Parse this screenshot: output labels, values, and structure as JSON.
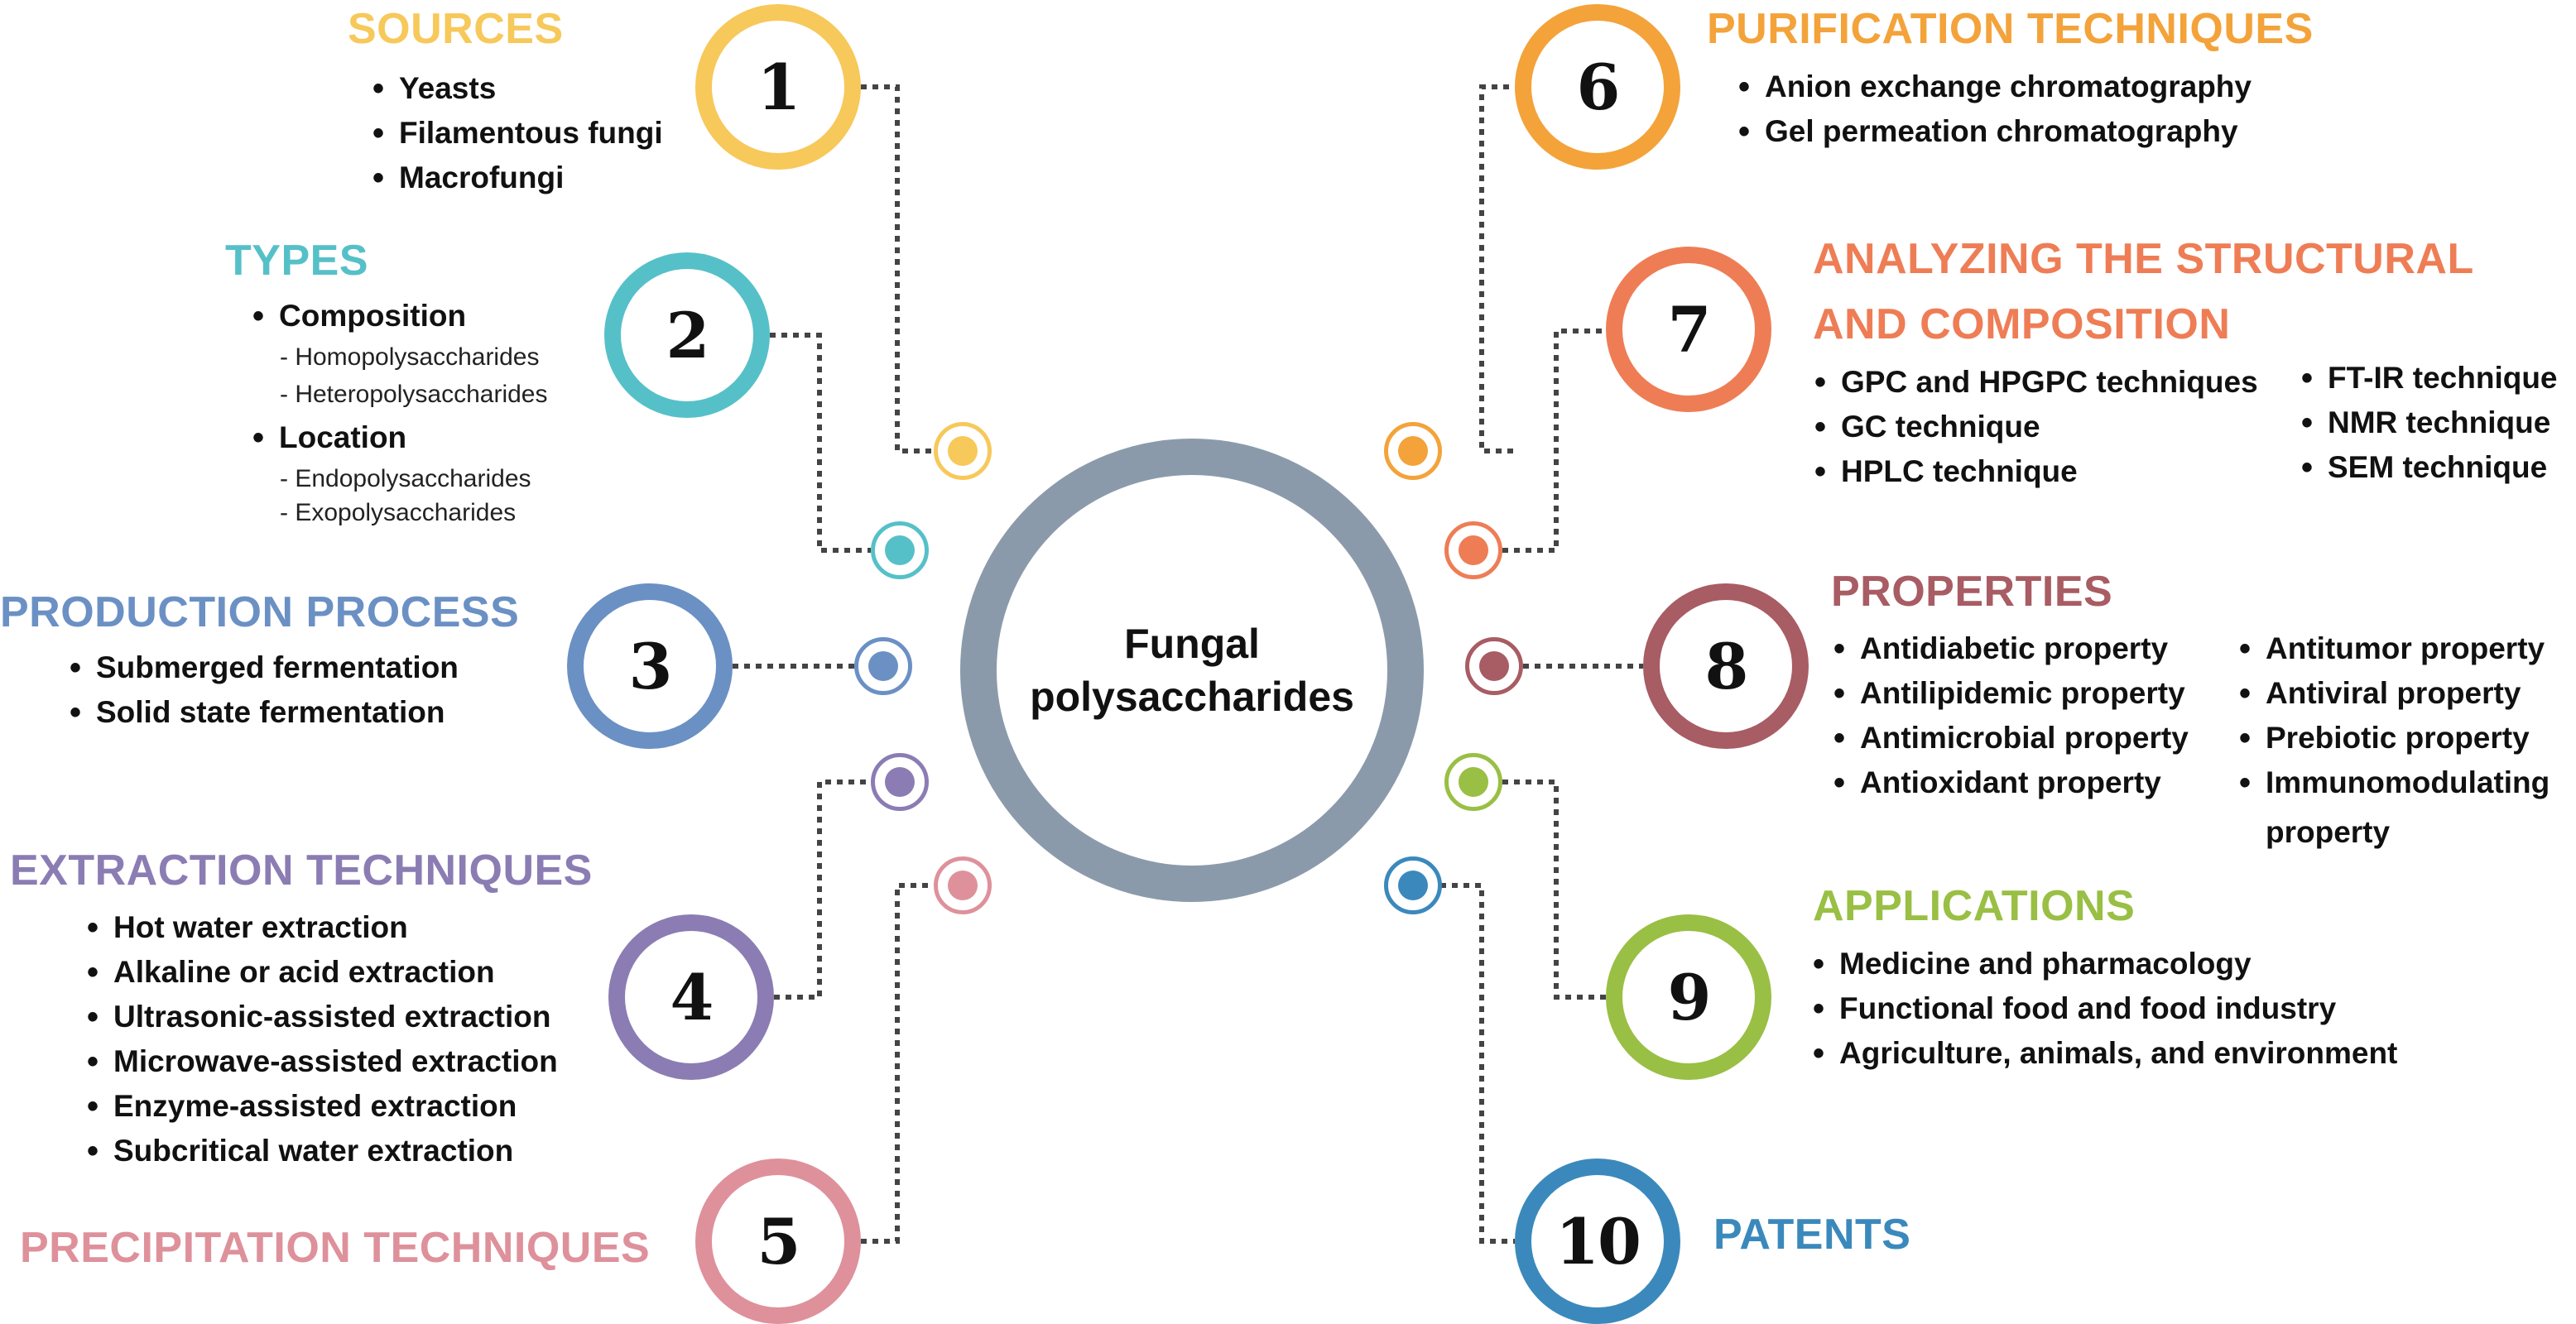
{
  "center": {
    "line1": "Fungal",
    "line2": "polysaccharides"
  },
  "colors": {
    "c1": "#f7c85a",
    "c2": "#56c0c8",
    "c3": "#6b90c4",
    "c4": "#8b7db3",
    "c5": "#de919b",
    "c6": "#f3a33a",
    "c7": "#ee7d55",
    "c8": "#a85c63",
    "c9": "#99bf44",
    "c10": "#3b89bc",
    "hub": "#8b9aab"
  },
  "nodes": {
    "n1": {
      "number": "1",
      "title": "SOURCES",
      "items": [
        "Yeasts",
        "Filamentous fungi",
        "Macrofungi"
      ]
    },
    "n2": {
      "number": "2",
      "title": "TYPES",
      "groups": [
        {
          "label": "Composition",
          "subs": [
            "- Homopolysaccharides",
            "- Heteropolysaccharides"
          ]
        },
        {
          "label": "Location",
          "subs": [
            "- Endopolysaccharides",
            "- Exopolysaccharides"
          ]
        }
      ]
    },
    "n3": {
      "number": "3",
      "title": "PRODUCTION PROCESS",
      "items": [
        "Submerged fermentation",
        "Solid state fermentation"
      ]
    },
    "n4": {
      "number": "4",
      "title": "EXTRACTION TECHNIQUES",
      "items": [
        "Hot water extraction",
        "Alkaline or acid extraction",
        "Ultrasonic-assisted extraction",
        "Microwave-assisted extraction",
        "Enzyme-assisted extraction",
        "Subcritical water extraction"
      ]
    },
    "n5": {
      "number": "5",
      "title": "PRECIPITATION TECHNIQUES"
    },
    "n6": {
      "number": "6",
      "title": "PURIFICATION TECHNIQUES",
      "items": [
        "Anion exchange chromatography",
        "Gel permeation chromatography"
      ]
    },
    "n7": {
      "number": "7",
      "title_line1": "ANALYZING THE STRUCTURAL",
      "title_line2": "AND COMPOSITION",
      "items_left": [
        "GPC and HPGPC techniques",
        "GC technique",
        "HPLC technique"
      ],
      "items_right": [
        "FT-IR technique",
        "NMR technique",
        "SEM technique"
      ]
    },
    "n8": {
      "number": "8",
      "title": "PROPERTIES",
      "items_left": [
        "Antidiabetic property",
        "Antilipidemic property",
        "Antimicrobial property",
        "Antioxidant property"
      ],
      "items_right": [
        "Antitumor property",
        "Antiviral property",
        "Prebiotic property",
        "Immunomodulating"
      ],
      "continuation": "property"
    },
    "n9": {
      "number": "9",
      "title": "APPLICATIONS",
      "items": [
        "Medicine and pharmacology",
        "Functional food and food industry",
        "Agriculture, animals, and environment"
      ]
    },
    "n10": {
      "number": "10",
      "title": "PATENTS"
    }
  }
}
